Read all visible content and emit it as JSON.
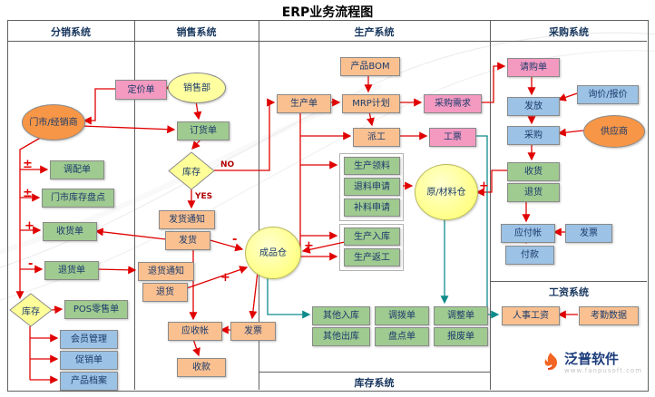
{
  "title": "ERP业务流程图",
  "sections": {
    "distribution": "分销系统",
    "sales": "销售系统",
    "production": "生产系统",
    "purchasing": "采购系统",
    "payroll": "工资系统",
    "inventory": "库存系统"
  },
  "decision": {
    "no": "NO",
    "yes": "YES"
  },
  "signs": {
    "s1": "±",
    "s2": "±",
    "s3": "+",
    "s4": "-",
    "s5": "-",
    "s6": "+",
    "s7": "+",
    "s8": "+"
  },
  "nodes": {
    "pricing": "定价单",
    "store_dealer": "门市/经销商",
    "allocation": "调配单",
    "store_stocktake": "门市库存盘点",
    "receipt_note": "收货单",
    "return_note": "退货单",
    "stock_left": "库存",
    "pos_retail": "POS零售单",
    "member_mgmt": "会员管理",
    "promotion": "促销单",
    "product_file": "产品档案",
    "sales_dept": "销售部",
    "order": "订货单",
    "stock_sales": "库存",
    "ship_notice": "发货通知",
    "ship": "发货",
    "return_notice": "退货通知",
    "sales_return": "退货",
    "receivable": "应收帐",
    "sales_invoice": "发票",
    "collection": "收款",
    "finished_warehouse": "成品仓",
    "product_bom": "产品BOM",
    "production_order": "生产单",
    "mrp_plan": "MRP计划",
    "purchase_demand": "采购需求",
    "dispatch": "派工",
    "work_ticket": "工票",
    "material_issue": "生产领料",
    "material_return_req": "退料申请",
    "material_supplement_req": "补料申请",
    "raw_material_warehouse": "原/材料仓",
    "production_inbound": "生产入库",
    "production_rework": "生产返工",
    "purchase_requisition": "请购单",
    "release": "发放",
    "inquiry_quote": "询价/报价",
    "purchase": "采购",
    "supplier": "供应商",
    "purchase_receipt": "收货",
    "purchase_return": "退货",
    "payable": "应付帐",
    "purchase_invoice": "发票",
    "payment": "付款",
    "other_inbound": "其他入库",
    "transfer_order": "调拨单",
    "adjust_order": "调整单",
    "other_outbound": "其他出库",
    "stocktake_order": "盘点单",
    "scrap_order": "报废单",
    "hr_payroll": "人事工资",
    "attendance_data": "考勤数据"
  },
  "watermark": {
    "brand": "泛普软件",
    "url": "www.fanpusoft.com"
  },
  "colors": {
    "arrow_red": "#e00000",
    "arrow_teal": "#0f8b8b",
    "box_green": "#9fca90",
    "box_orange": "#fac090",
    "box_blue": "#9cc2e5",
    "box_pink": "#f49ac1",
    "shape_yellow": "#ffff99",
    "ellipse_orange": "#f79646",
    "header_text": "#17365d"
  }
}
